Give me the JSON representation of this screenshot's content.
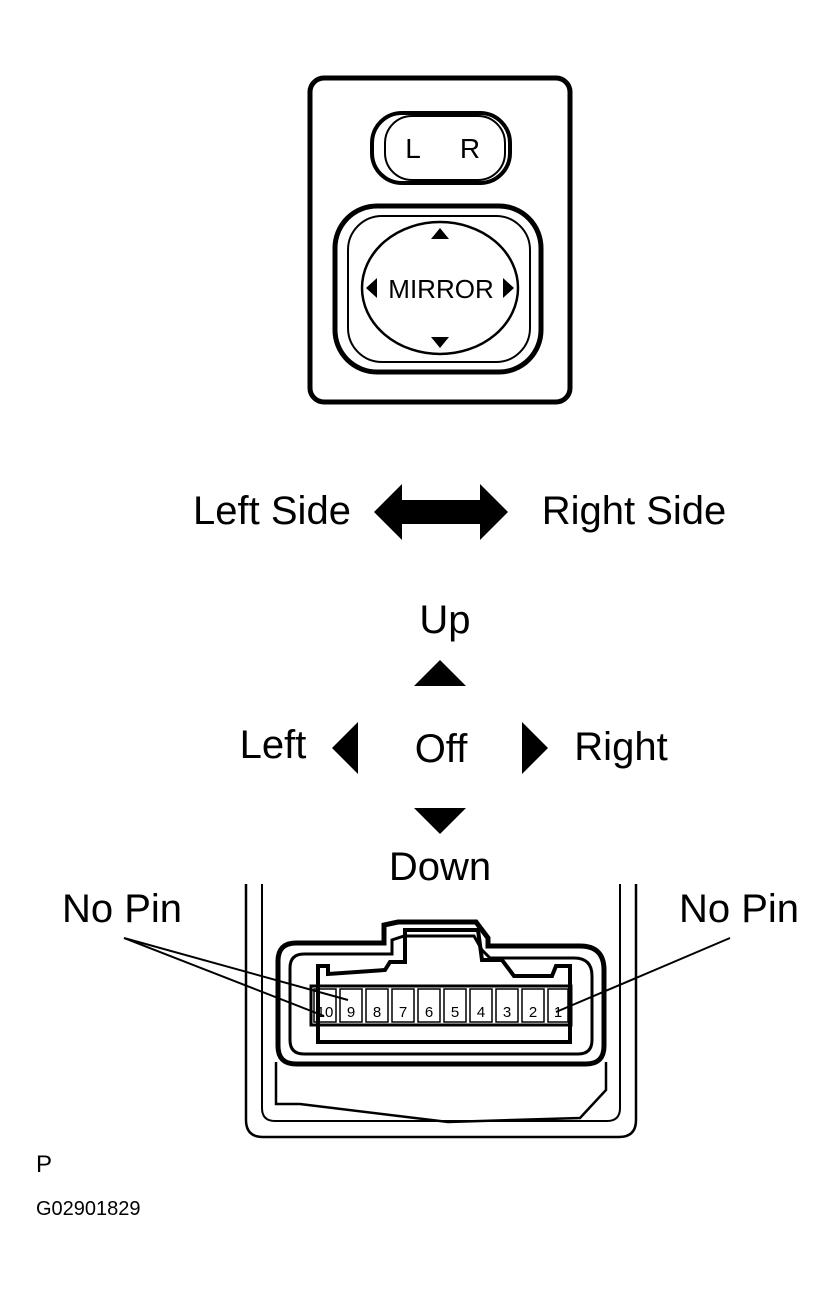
{
  "switch": {
    "selector_left": "L",
    "selector_right": "R",
    "mirror_label": "MIRROR"
  },
  "selector": {
    "left_label": "Left Side",
    "right_label": "Right Side"
  },
  "directions": {
    "up": "Up",
    "down": "Down",
    "left": "Left",
    "right": "Right",
    "center": "Off"
  },
  "connector": {
    "no_pin_left": "No Pin",
    "no_pin_right": "No Pin",
    "pins": [
      "10",
      "9",
      "8",
      "7",
      "6",
      "5",
      "4",
      "3",
      "2",
      "1"
    ]
  },
  "footer": {
    "mark": "P",
    "figure_code": "G02901829"
  }
}
